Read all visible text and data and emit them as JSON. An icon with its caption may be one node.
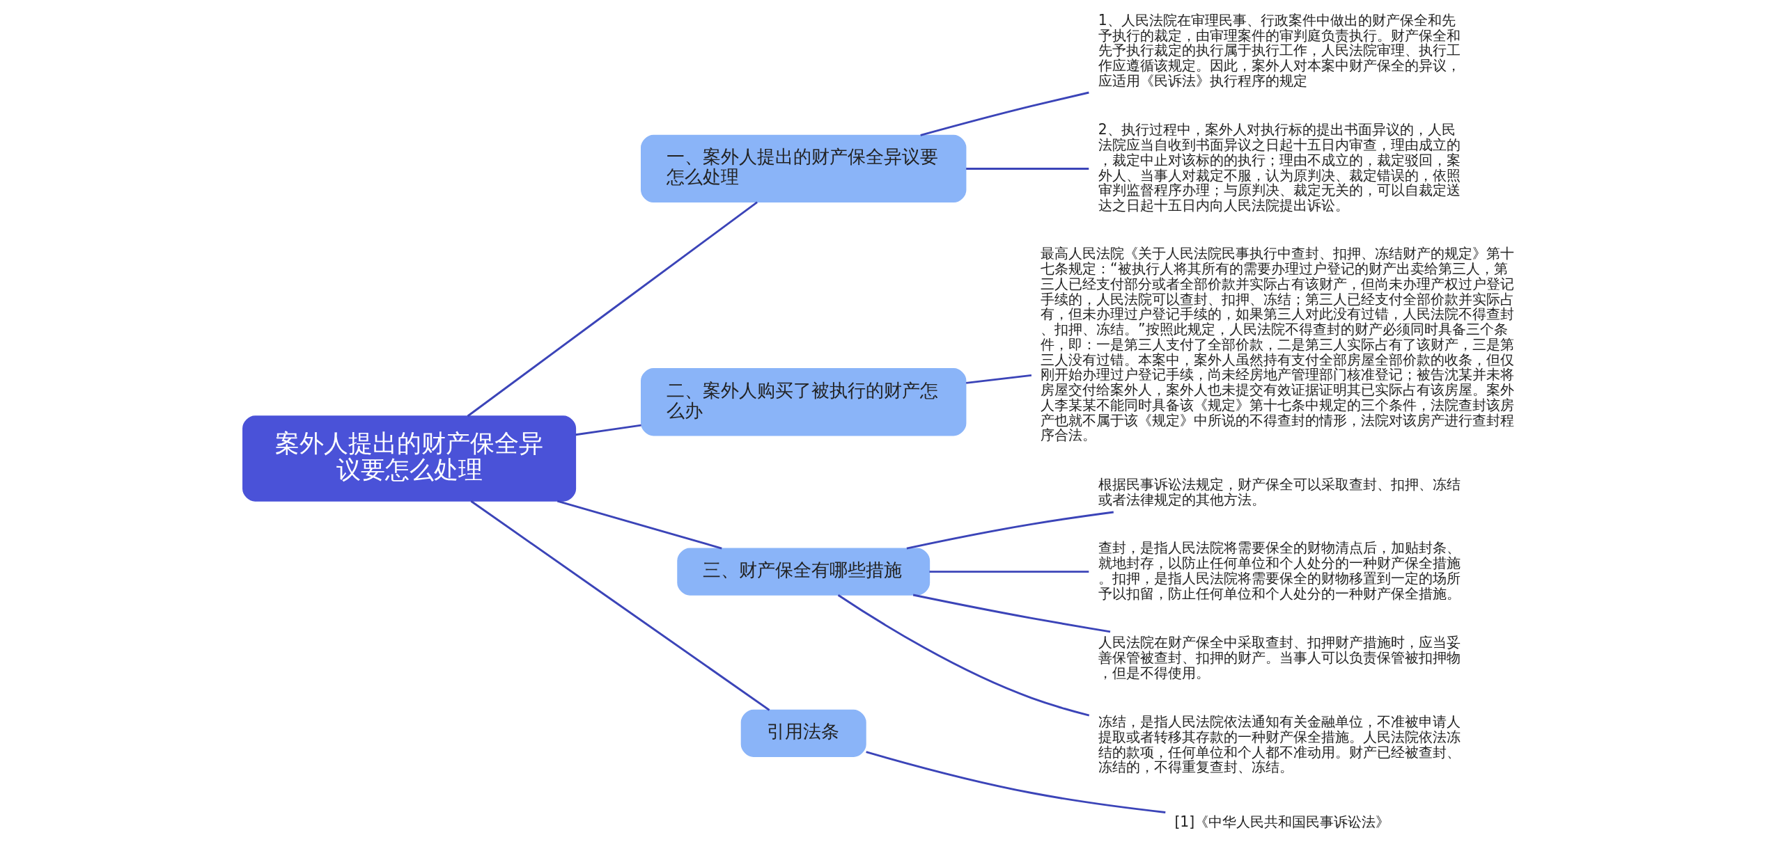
{
  "diagram": {
    "nodes": [
      {
        "text": [
          "案外人提出的财产保全异议要怎么处理"
        ]
      },
      {
        "text": [
          "一、案外人提出的财产保全异议要怎么处理"
        ]
      },
      {
        "text": [
          "1、人民法院在审理民事、行政案件中做出的财产保全和先予执行的裁定，由审理案件的审判庭负责执行。财产保全和先予执行裁定的执行属于执行工作，人民法院审理、执行工作应遵循该规定。因此，案外人对本案中财产保全的异议，应适用《民诉法》执行程序的规定"
        ]
      },
      {
        "text": [
          "2、执行过程中，案外人对执行标的提出书面异议的，人民法院应当自收到书面异议之日起十五日内审查，理由成立的，裁定中止对该标的的执行；理由不成立的，裁定驳回，案外人、当事人对裁定不服，认为原判决、裁定错误的，依照审判监督程序办理；与原判决、裁定无关的，可以自裁定送达之日起十五日内向人民法院提出诉讼。"
        ]
      },
      {
        "text": [
          "二、案外人购买了被执行的财产怎么办"
        ]
      },
      {
        "text": [
          "最高人民法院《关于人民法院民事执行中查封、扣押、冻结财产的规定》第十七条规定：“被执行人将其所有的需要办理过户登记的财产出卖给第三人，第三人已经支付部分或者全部价款并实际占有该财产，但尚未办理产权过户登记手续的，人民法院可以查封、扣押、冻结；第三人已经支付全部价款并实际占有，但未办理过户登记手续的，如果第三人对此没有过错，人民法院不得查封、扣押、冻结。”按照此规定，人民法院不得查封的财产必须同时具备三个条件，即：一是第三人支付了全部价款，二是第三人实际占有了该财产，三是第三人没有过错。本案中，案外人虽然持有支付全部房屋全部价款的收条，但仅刚开始办理过户登记手续，尚未经房地产管理部门核准登记；被告沈某并未将房屋交付给案外人，案外人也未提交有效证据证明其已实际占有该房屋。案外人李某某不能同时具备该《规定》第十七条中规定的三个条件，法院查封该房产也就不属于该《规定》中所说的不得查封的情形，法院对该房产进行查封程序合法。"
        ]
      },
      {
        "text": [
          "三、财产保全有哪些措施"
        ]
      },
      {
        "text": [
          "根据民事诉讼法规定，财产保全可以采取查封、扣押、冻结或者法律规定的其他方法。"
        ]
      },
      {
        "text": [
          "查封，是指人民法院将需要保全的财物清点后，加贴封条、就地封存，以防止任何单位和个人处分的一种财产保全措施。扣押，是指人民法院将需要保全的财物移置到一定的场所予以扣留，防止任何单位和个人处分的一种财产保全措施。"
        ]
      },
      {
        "text": [
          "人民法院在财产保全中采取查封、扣押财产措施时，应当妥善保管被查封、扣押的财产。当事人可以负责保管被扣押物，但是不得使用。"
        ]
      },
      {
        "text": [
          "冻结，是指人民法院依法通知有关金融单位，不准被申请人提取或者转移其存款的一种财产保全措施。人民法院依法冻结的款项，任何单位和个人都不准动用。财产已经被查封、冻结的，不得重复查封、冻结。"
        ]
      },
      {
        "text": [
          "引用法条"
        ]
      },
      {
        "text": [
          "[1]《中华人民共和国民事诉讼法》"
        ]
      }
    ],
    "edges": [
      {
        "from": 0,
        "to": 1,
        "arrow": "none"
      },
      {
        "from": 1,
        "to": 2,
        "arrow": "none"
      },
      {
        "from": 1,
        "to": 3,
        "arrow": "none"
      },
      {
        "from": 0,
        "to": 4,
        "arrow": "none"
      },
      {
        "from": 4,
        "to": 5,
        "arrow": "none"
      },
      {
        "from": 0,
        "to": 6,
        "arrow": "none"
      },
      {
        "from": 6,
        "to": 7,
        "arrow": "none"
      },
      {
        "from": 6,
        "to": 8,
        "arrow": "none"
      },
      {
        "from": 6,
        "to": 9,
        "arrow": "none"
      },
      {
        "from": 6,
        "to": 10,
        "arrow": "none"
      },
      {
        "from": 0,
        "to": 11,
        "arrow": "none"
      },
      {
        "from": 11,
        "to": 12,
        "arrow": "none"
      }
    ]
  }
}
